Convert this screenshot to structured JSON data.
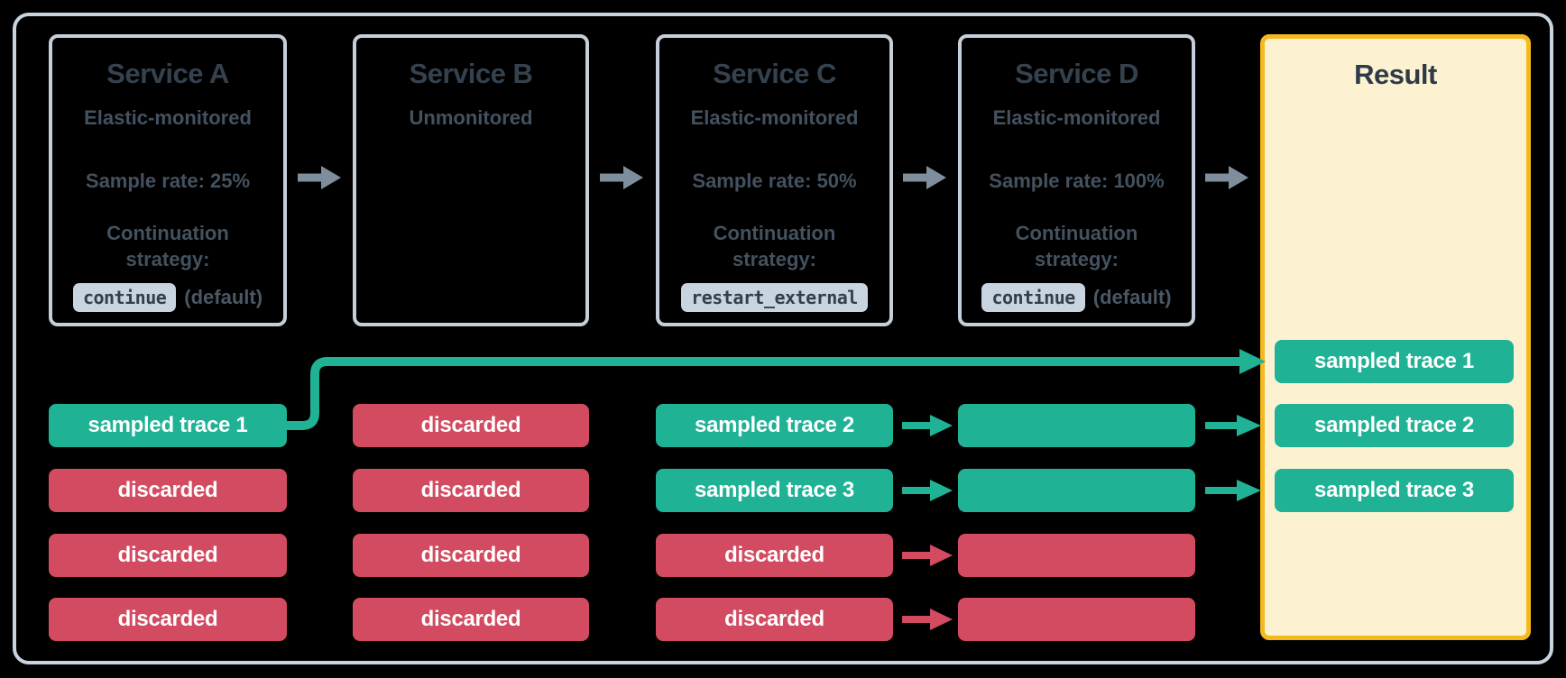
{
  "services": [
    {
      "name": "Service A",
      "monitoring": "Elastic-monitored",
      "sample_rate": "Sample rate: 25%",
      "continuation_line1": "Continuation",
      "continuation_line2": "strategy:",
      "code": "continue",
      "code_note": "(default)"
    },
    {
      "name": "Service B",
      "monitoring": "Unmonitored"
    },
    {
      "name": "Service C",
      "monitoring": "Elastic-monitored",
      "sample_rate": "Sample rate: 50%",
      "continuation_line1": "Continuation",
      "continuation_line2": "strategy:",
      "code": "restart_external",
      "code_note": ""
    },
    {
      "name": "Service D",
      "monitoring": "Elastic-monitored",
      "sample_rate": "Sample rate: 100%",
      "continuation_line1": "Continuation",
      "continuation_line2": "strategy:",
      "code": "continue",
      "code_note": "(default)"
    }
  ],
  "result": {
    "title": "Result",
    "pills": [
      "sampled trace 1",
      "sampled trace 2",
      "sampled trace 3"
    ]
  },
  "traces": {
    "service_a": [
      "sampled trace 1",
      "discarded",
      "discarded",
      "discarded"
    ],
    "service_b": [
      "discarded",
      "discarded",
      "discarded",
      "discarded"
    ],
    "service_c": [
      "sampled trace 2",
      "sampled trace 3",
      "discarded",
      "discarded"
    ],
    "service_d_states": [
      "sampled",
      "sampled",
      "discarded",
      "discarded"
    ]
  },
  "colors": {
    "sampled_teal": "#20b295",
    "discarded_red": "#d24b60",
    "flow_arrow_grey": "#7e8e9c",
    "box_border": "#c4cfda",
    "frame_border": "#c9d4df",
    "result_bg": "#fcf1d1",
    "result_border": "#f5b91d",
    "title_text": "#35424e",
    "body_text": "#44525f",
    "code_bg": "#c8d4df",
    "pill_text": "#ffffff"
  }
}
